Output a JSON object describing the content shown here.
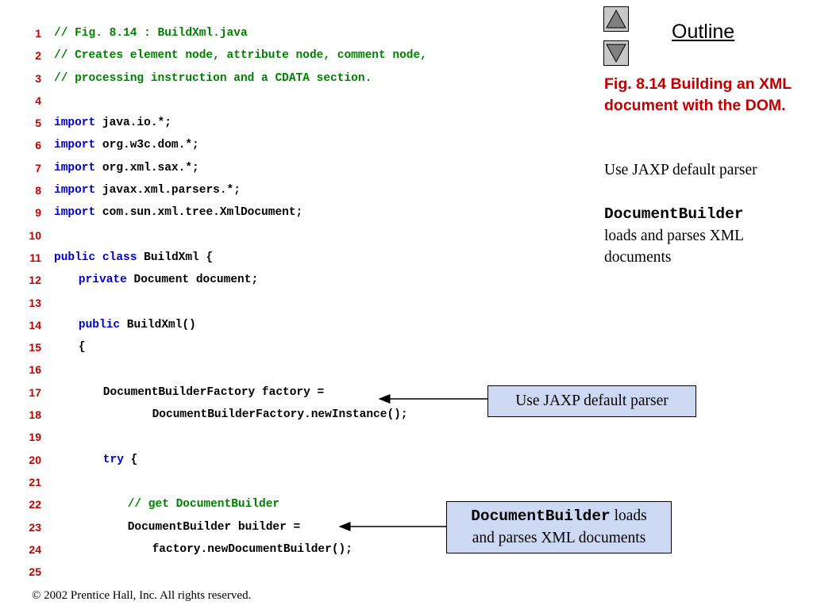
{
  "code_lines": [
    {
      "num": "1",
      "indent": 0,
      "tokens": [
        {
          "t": "// Fig. 8.14 : BuildXml.java",
          "c": "cm"
        }
      ]
    },
    {
      "num": "2",
      "indent": 0,
      "tokens": [
        {
          "t": "// Creates element node, attribute node, comment node,",
          "c": "cm"
        }
      ]
    },
    {
      "num": "3",
      "indent": 0,
      "tokens": [
        {
          "t": "// processing instruction and a CDATA section.",
          "c": "cm"
        }
      ]
    },
    {
      "num": "4",
      "indent": 0,
      "tokens": []
    },
    {
      "num": "5",
      "indent": 0,
      "tokens": [
        {
          "t": "import",
          "c": "kw"
        },
        {
          "t": " java.io.*;",
          "c": "plain"
        }
      ]
    },
    {
      "num": "6",
      "indent": 0,
      "tokens": [
        {
          "t": "import",
          "c": "kw"
        },
        {
          "t": " org.w3c.dom.*;",
          "c": "plain"
        }
      ]
    },
    {
      "num": "7",
      "indent": 0,
      "tokens": [
        {
          "t": "import",
          "c": "kw"
        },
        {
          "t": " org.xml.sax.*;",
          "c": "plain"
        }
      ]
    },
    {
      "num": "8",
      "indent": 0,
      "tokens": [
        {
          "t": "import",
          "c": "kw"
        },
        {
          "t": " javax.xml.parsers.*;",
          "c": "plain"
        }
      ]
    },
    {
      "num": "9",
      "indent": 0,
      "tokens": [
        {
          "t": "import",
          "c": "kw"
        },
        {
          "t": " com.sun.xml.tree.XmlDocument;",
          "c": "plain"
        }
      ]
    },
    {
      "num": "10",
      "indent": 0,
      "tokens": []
    },
    {
      "num": "11",
      "indent": 0,
      "tokens": [
        {
          "t": "public",
          "c": "kw"
        },
        {
          "t": " ",
          "c": "plain"
        },
        {
          "t": "class",
          "c": "kw"
        },
        {
          "t": " BuildXml {",
          "c": "plain"
        }
      ]
    },
    {
      "num": "12",
      "indent": 3,
      "tokens": [
        {
          "t": "private",
          "c": "kw"
        },
        {
          "t": " Document document;",
          "c": "plain"
        }
      ]
    },
    {
      "num": "13",
      "indent": 0,
      "tokens": []
    },
    {
      "num": "14",
      "indent": 3,
      "tokens": [
        {
          "t": "public",
          "c": "kw"
        },
        {
          "t": " BuildXml()",
          "c": "plain"
        }
      ]
    },
    {
      "num": "15",
      "indent": 3,
      "tokens": [
        {
          "t": "{",
          "c": "plain"
        }
      ]
    },
    {
      "num": "16",
      "indent": 0,
      "tokens": []
    },
    {
      "num": "17",
      "indent": 6,
      "tokens": [
        {
          "t": "DocumentBuilderFactory factory =",
          "c": "plain"
        }
      ]
    },
    {
      "num": "18",
      "indent": 12,
      "tokens": [
        {
          "t": "DocumentBuilderFactory.newInstance();",
          "c": "plain"
        }
      ]
    },
    {
      "num": "19",
      "indent": 0,
      "tokens": []
    },
    {
      "num": "20",
      "indent": 6,
      "tokens": [
        {
          "t": "try",
          "c": "kw"
        },
        {
          "t": " {",
          "c": "plain"
        }
      ]
    },
    {
      "num": "21",
      "indent": 0,
      "tokens": []
    },
    {
      "num": "22",
      "indent": 9,
      "tokens": [
        {
          "t": "// get DocumentBuilder",
          "c": "cm"
        }
      ]
    },
    {
      "num": "23",
      "indent": 9,
      "tokens": [
        {
          "t": "DocumentBuilder builder =",
          "c": "plain"
        }
      ]
    },
    {
      "num": "24",
      "indent": 12,
      "tokens": [
        {
          "t": "factory.newDocumentBuilder();",
          "c": "plain"
        }
      ]
    },
    {
      "num": "25",
      "indent": 0,
      "tokens": []
    }
  ],
  "nav": {
    "outline_label": "Outline",
    "up_icon": "triangle-up-icon",
    "down_icon": "triangle-down-icon"
  },
  "figure": {
    "title": "Fig. 8.14  Building an XML document with the DOM."
  },
  "notes": {
    "jaxp": "Use JAXP default parser",
    "builder_code": "DocumentBuilder",
    "builder_text": "loads and parses XML documents"
  },
  "callouts": {
    "jaxp": "Use JAXP default parser",
    "builder_code": "DocumentBuilder",
    "builder_text_1": " loads",
    "builder_text_2": "and parses XML documents"
  },
  "footer": {
    "copyright": "© 2002 Prentice Hall, Inc.  All rights reserved."
  },
  "colors": {
    "line_number": "#c00000",
    "keyword": "#0000cc",
    "comment": "#008000",
    "callout_bg": "#cdd9f3",
    "figure_title": "#c00000"
  }
}
